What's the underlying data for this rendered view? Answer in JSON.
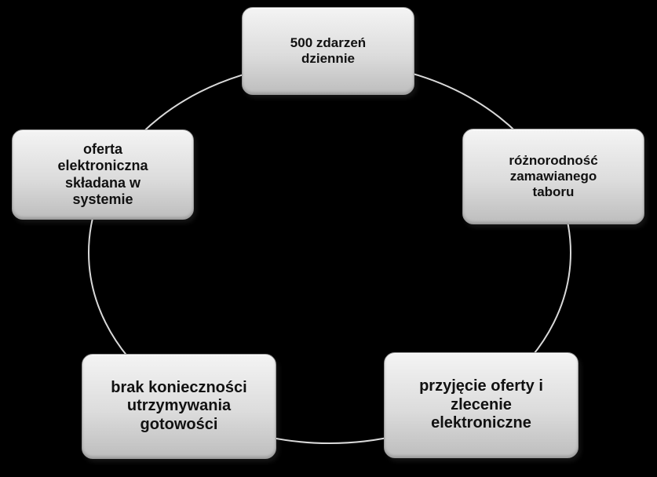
{
  "diagram": {
    "type": "cycle",
    "nodes": [
      {
        "id": "node-0",
        "lines": [
          "500 zdarzeń",
          "dziennie"
        ]
      },
      {
        "id": "node-1",
        "lines": [
          "różnorodność",
          "zamawianego",
          "taboru"
        ]
      },
      {
        "id": "node-2",
        "lines": [
          "przyjęcie oferty i",
          "zlecenie",
          "elektroniczne"
        ]
      },
      {
        "id": "node-3",
        "lines": [
          "brak konieczności",
          "utrzymywania",
          "gotowości"
        ]
      },
      {
        "id": "node-4",
        "lines": [
          "oferta",
          "elektroniczna",
          "składana w",
          "systemie"
        ]
      }
    ]
  },
  "colors": {
    "background": "#000000",
    "ring": "#d9d9d9",
    "box_top": "#f4f4f4",
    "box_bottom": "#bdbdbd",
    "text": "#111111"
  }
}
